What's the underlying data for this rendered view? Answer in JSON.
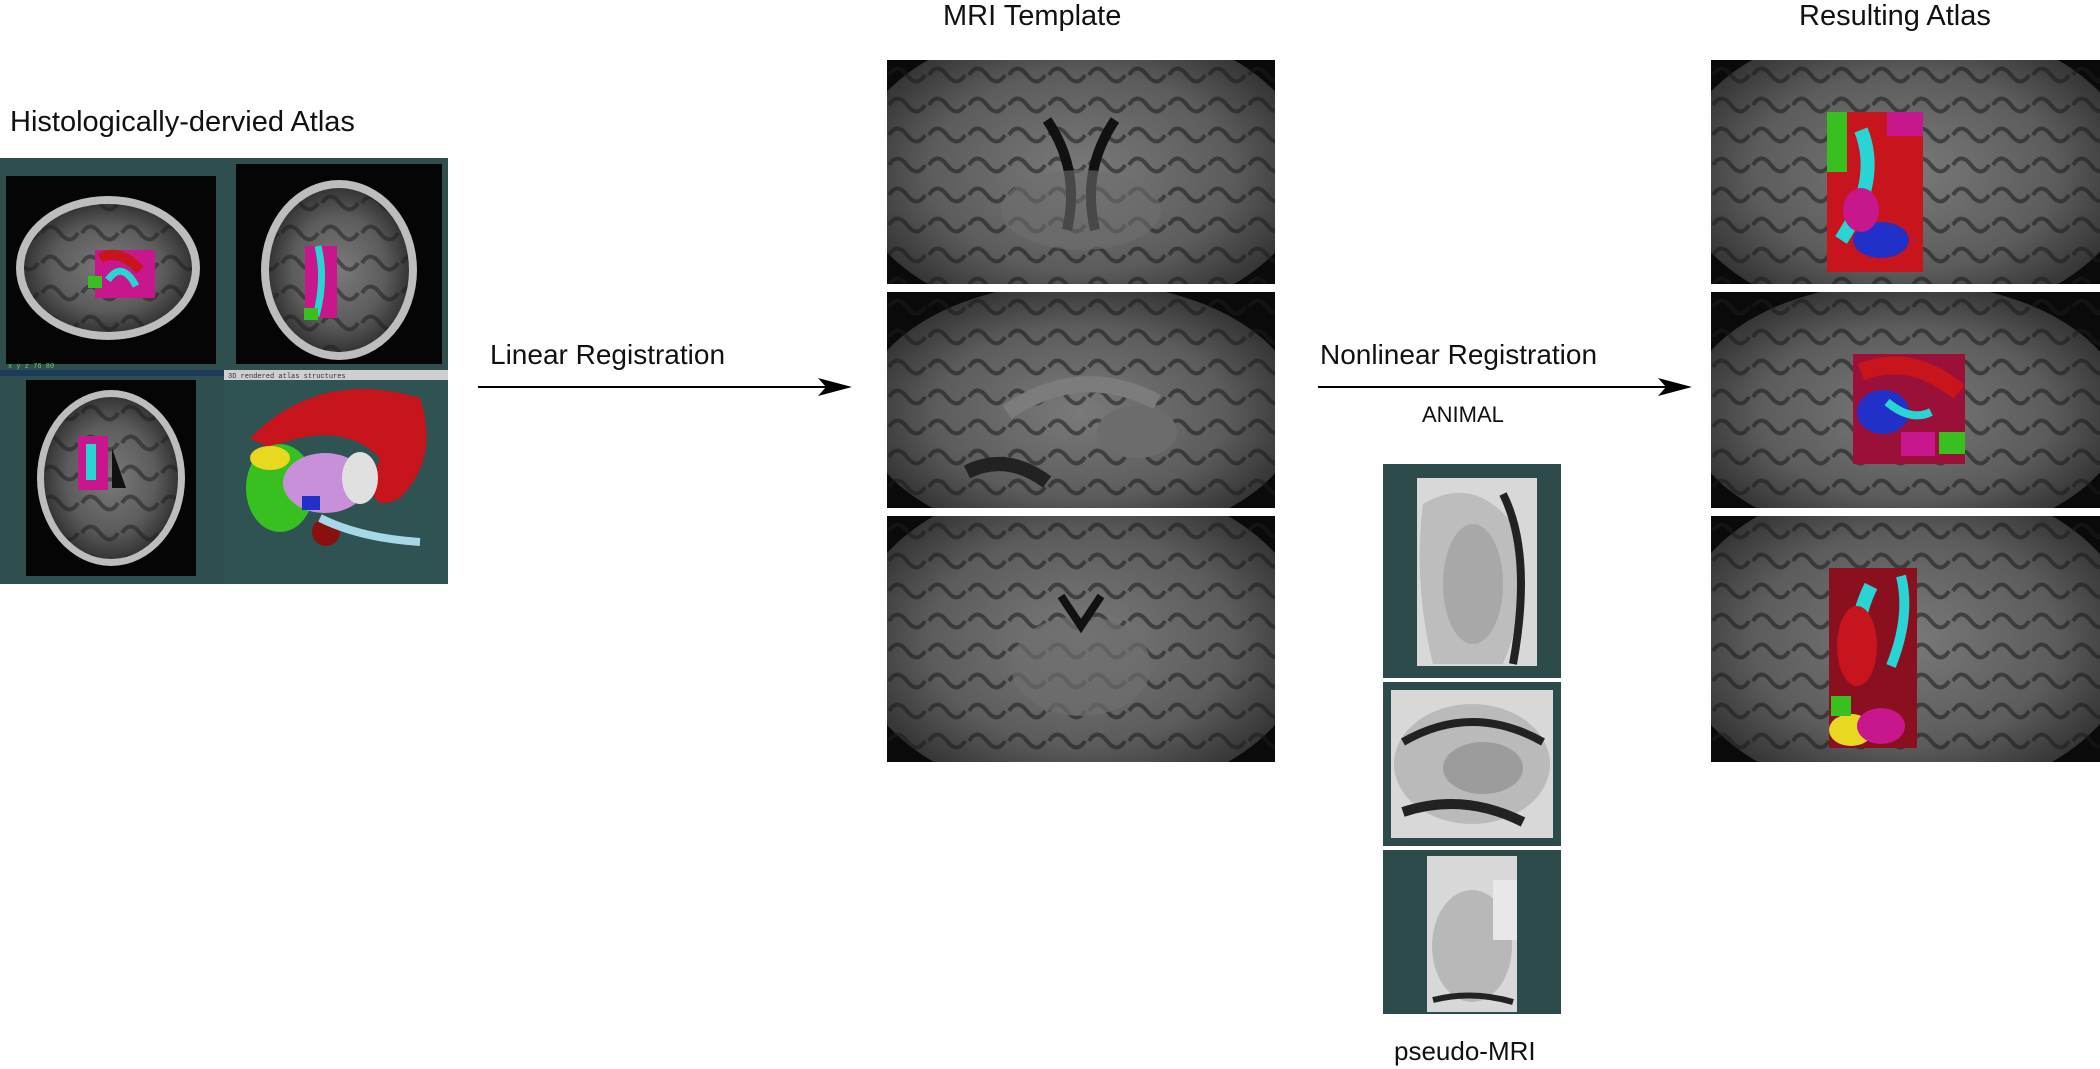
{
  "atlas_label": "Histologically-dervied Atlas",
  "linear_label": "Linear Registration",
  "mri_template_label": "MRI Template",
  "nonlinear_label": "Nonlinear Registration",
  "animal_label": "ANIMAL",
  "pseudo_mri_label": "pseudo-MRI",
  "resulting_atlas_label": "Resulting Atlas",
  "colors": {
    "viewer_bg": "#2f4f4f",
    "pseudo_bg": "#2e4b4b",
    "atlas_red": "#c8141c",
    "atlas_cyan": "#28d4d4",
    "atlas_magenta": "#c8168c",
    "atlas_green": "#38c020",
    "atlas_blue": "#2030c8",
    "atlas_yellow": "#e8d820"
  }
}
